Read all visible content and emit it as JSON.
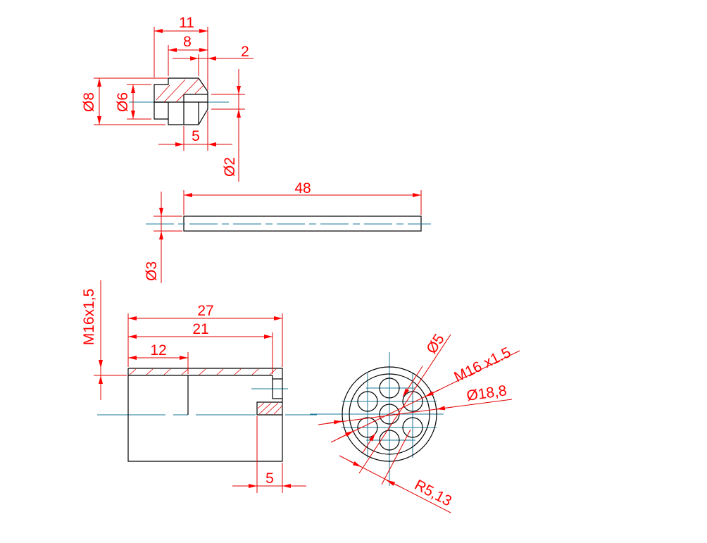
{
  "drawing": {
    "part_top": {
      "dim_11": "11",
      "dim_8": "8",
      "dim_2": "2",
      "dim_d8": "Ø8",
      "dim_d6": "Ø6",
      "dim_5": "5",
      "dim_d2": "Ø2"
    },
    "part_rod": {
      "dim_48": "48",
      "dim_d3": "Ø3"
    },
    "part_body": {
      "dim_27": "27",
      "dim_21": "21",
      "dim_12": "12",
      "dim_thread": "M16x1,5",
      "dim_5": "5"
    },
    "part_end_view": {
      "dim_d5": "Ø5",
      "dim_thread": "M16 x1.5",
      "dim_d18": "Ø18,8",
      "dim_r": "R5,13"
    },
    "colors": {
      "dimension": "#ff0000",
      "outline": "#000000",
      "centerline": "#1a7a9a"
    }
  }
}
